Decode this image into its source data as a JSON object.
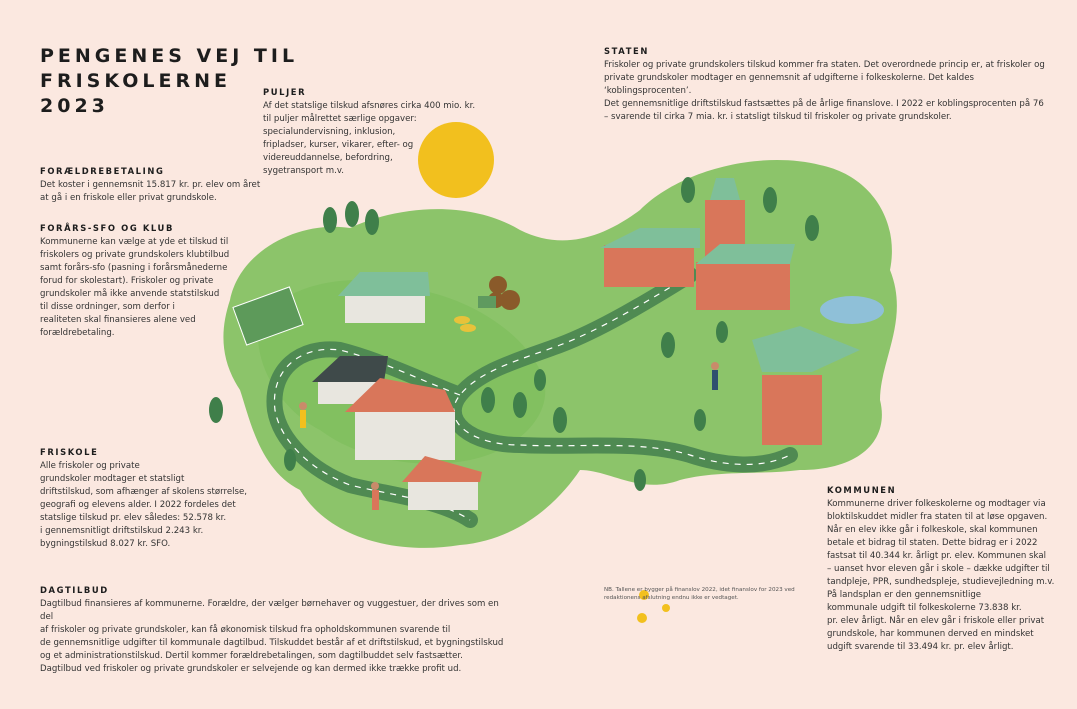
{
  "title": {
    "line1": "PENGENES VEJ TIL FRISKOLERNE",
    "line2": "2023"
  },
  "puljer": {
    "heading": "PULJER",
    "lines": [
      "Af det statslige tilskud afsnøres cirka 400 mio. kr.",
      "til puljer målrettet særlige opgaver:",
      "specialundervisning, inklusion,",
      "fripladser, kurser, vikarer, efter- og",
      "videreuddannelse, befordring,",
      "sygetransport m.v."
    ]
  },
  "staten": {
    "heading": "STATEN",
    "lines": [
      "Friskoler og private grundskolers tilskud kommer fra staten. Det overordnede princip er, at friskoler og",
      "private grundskoler modtager en gennemsnit af udgifterne i folkeskolerne. Det kaldes ‘koblingsprocenten’.",
      "Det gennemsnitlige driftstilskud fastsættes på de årlige finanslove. I 2022 er koblingsprocenten på 76",
      "– svarende til cirka 7 mia. kr. i statsligt tilskud til friskoler og private grundskoler."
    ]
  },
  "foraeldrebetaling": {
    "heading": "FORÆLDREBETALING",
    "lines": [
      "Det koster i gennemsnit 15.817 kr. pr. elev om året",
      "at gå i en friskole eller privat grundskole."
    ]
  },
  "foraars": {
    "heading": "FORÅRS-SFO OG KLUB",
    "lines": [
      "Kommunerne kan vælge at yde et tilskud til",
      "friskolers og private grundskolers klubtilbud",
      "samt forårs-sfo (pasning i forårsmånederne",
      "forud for skolestart). Friskoler og private",
      "grundskoler må ikke anvende statstilskud",
      "til disse ordninger, som derfor i",
      "realiteten skal finansieres alene ved",
      "forældrebetaling."
    ]
  },
  "friskole": {
    "heading": "FRISKOLE",
    "lines": [
      "Alle friskoler og private",
      "grundskoler modtager et statsligt",
      "driftstilskud, som afhænger af skolens størrelse,",
      "geografi og elevens alder. I 2022 fordeles det",
      "statslige tilskud pr. elev således: 52.578 kr.",
      "i gennemsnitligt driftstilskud 2.243 kr.",
      "bygningstilskud 8.027 kr. SFO."
    ]
  },
  "dagtilbud": {
    "heading": "DAGTILBUD",
    "lines": [
      "Dagtilbud finansieres af kommunerne. Forældre, der vælger børnehaver og vuggestuer, der drives som en del",
      "af friskoler og private grundskoler, kan få økonomisk tilskud fra opholdskommunen svarende til",
      "de gennemsnitlige udgifter til kommunale dagtilbud. Tilskuddet består af et driftstilskud, et bygningstilskud",
      "og et administrationstilskud. Dertil kommer forældrebetalingen, som dagtilbuddet selv fastsætter.",
      "Dagtilbud ved friskoler og private grundskoler er selvejende og kan dermed ikke trække profit ud."
    ]
  },
  "kommunen": {
    "heading": "KOMMUNEN",
    "lines": [
      "Kommunerne driver folkeskolerne og modtager via",
      "bloktilskuddet midler fra staten til at løse opgaven.",
      "Når en elev ikke går i folkeskole, skal kommunen",
      "betale et bidrag til staten. Dette bidrag er i 2022",
      "fastsat til 40.344 kr. årligt pr. elev. Kommunen skal",
      "– uanset hvor eleven går i skole – dække udgifter til",
      "tandpleje, PPR, sundhedspleje, studievejledning m.v.",
      "På landsplan er den gennemsnitlige",
      "kommunale udgift til folkeskolerne 73.838 kr.",
      "pr. elev årligt. Når en elev går i friskole eller privat",
      "grundskole, har kommunen derved en mindsket",
      "udgift svarende til 33.494 kr. pr. elev årligt."
    ]
  },
  "note": {
    "lines": [
      "NB. Tallene er bygger på finanslov 2022, idet finanslov for 2023 ved",
      "redaktionens afslutning endnu ikke er vedtaget."
    ]
  },
  "colors": {
    "background": "#fbe8e0",
    "grass": "#7fbf5e",
    "road": "#4f8a52",
    "brick": "#d9765a",
    "sun": "#f2c01e"
  },
  "icons": [
    "sun-icon",
    "money-bags-icon",
    "coins-icon"
  ]
}
